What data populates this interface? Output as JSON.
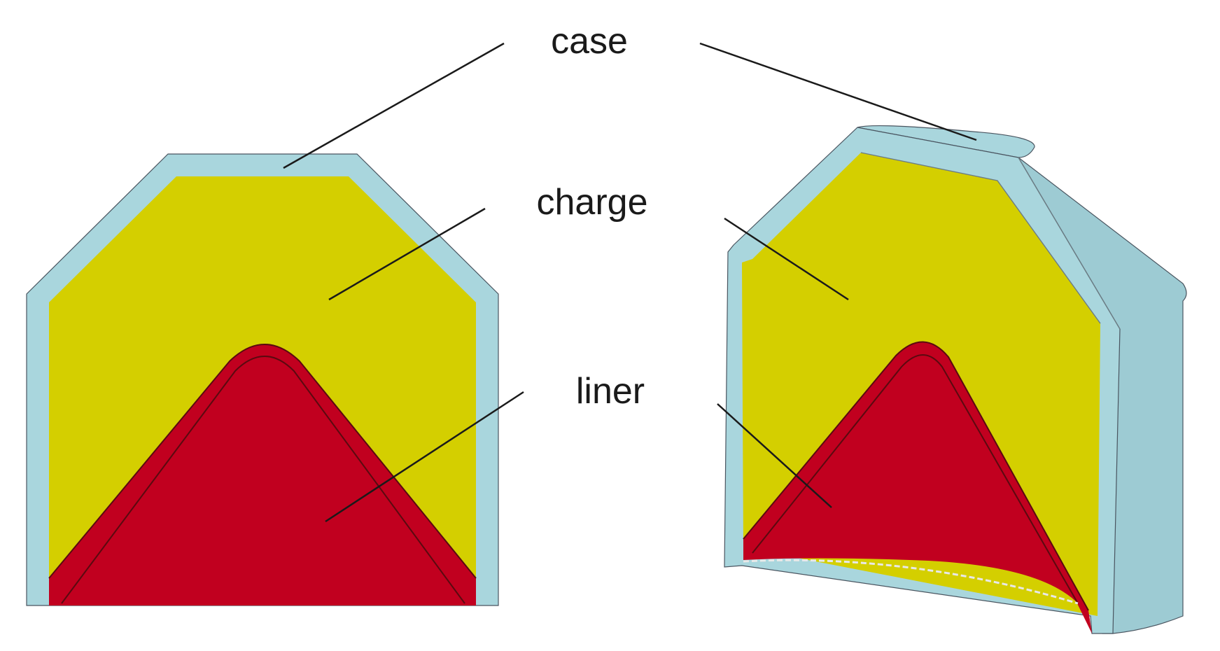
{
  "labels": {
    "case": "case",
    "charge": "charge",
    "liner": "liner"
  },
  "colors": {
    "case": "#a9d6dd",
    "case_shade": "#9dcbd3",
    "charge": "#d4cf00",
    "liner": "#c1001f",
    "liner_edge": "#5a0a10",
    "leader": "#1a1a1a"
  }
}
